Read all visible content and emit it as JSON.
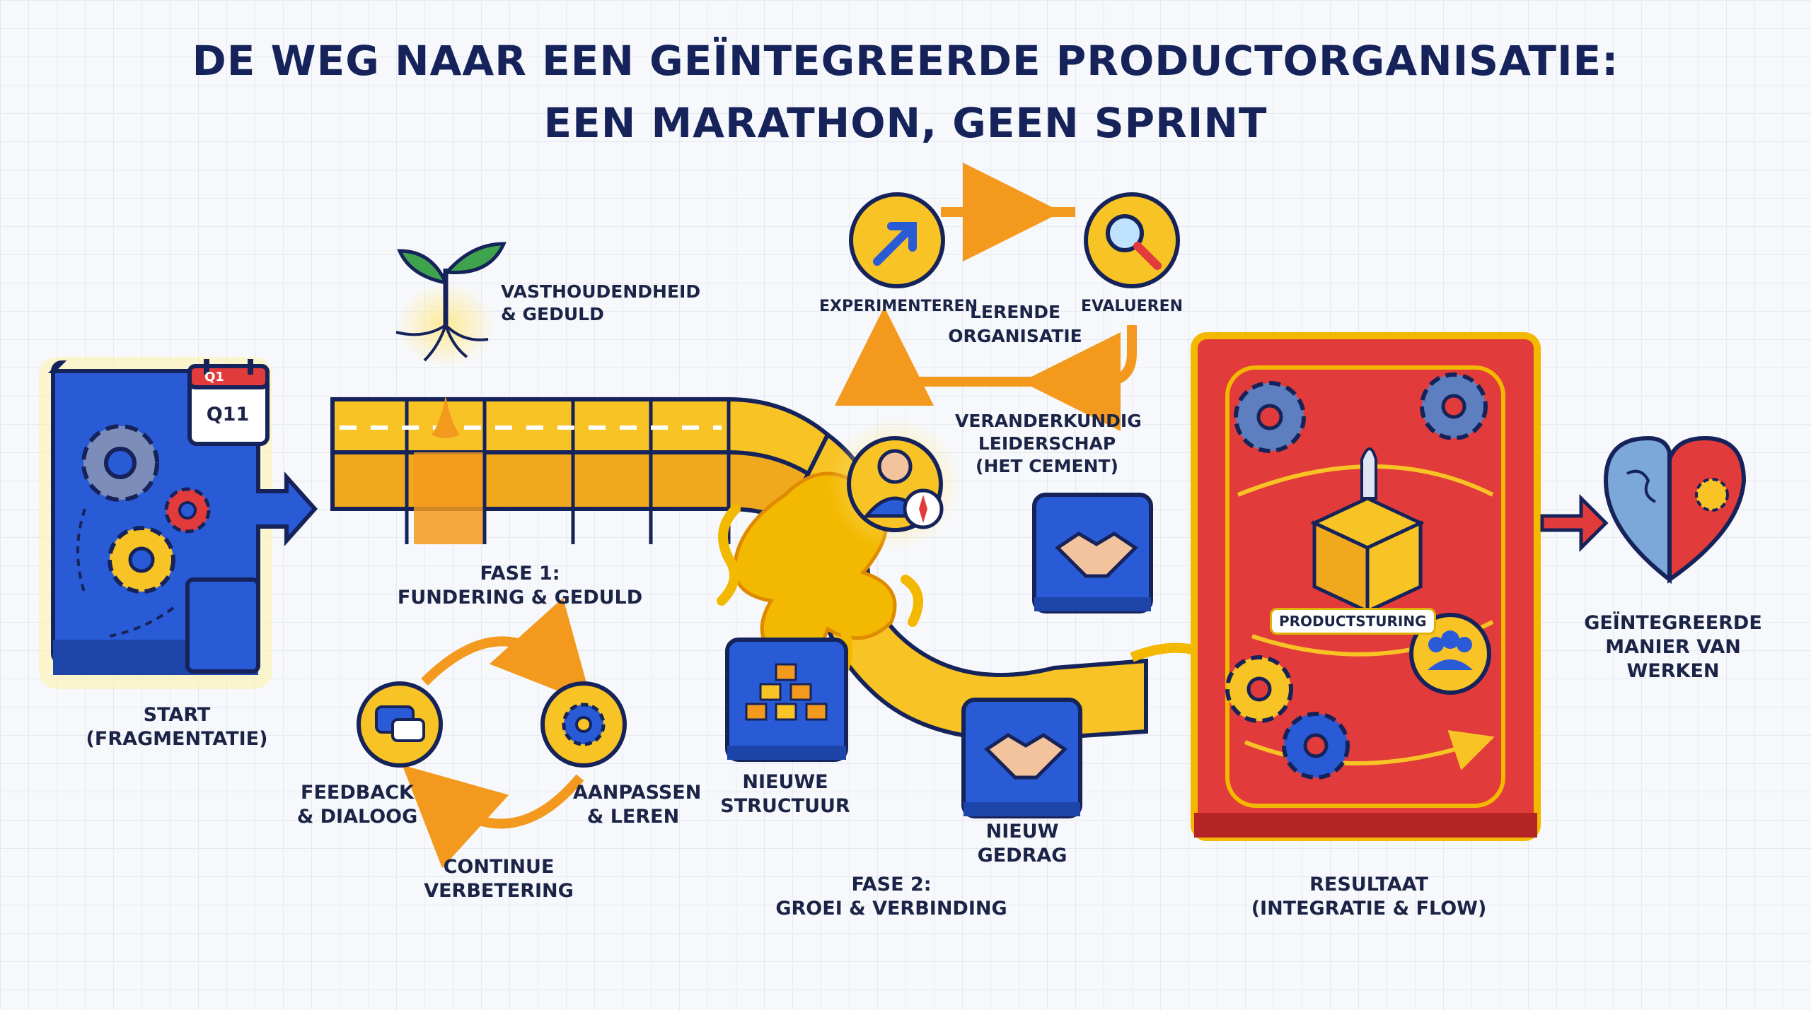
{
  "title": {
    "line1": "DE WEG NAAR EEN GEÏNTEGREERDE PRODUCTORGANISATIE:",
    "line2": "EEN MARATHON, GEEN SPRINT"
  },
  "start": {
    "calendar_tab": "Q1",
    "calendar_text": "Q11",
    "label_line1": "START",
    "label_line2": "(FRAGMENTATIE)"
  },
  "seedling": {
    "label_line1": "VASTHOUDENDHEID",
    "label_line2": "& GEDULD"
  },
  "phase1": {
    "label_line1": "FASE 1:",
    "label_line2": "FUNDERING & GEDULD"
  },
  "continuous": {
    "feedback_line1": "FEEDBACK",
    "feedback_line2": "& DIALOOG",
    "adapt_line1": "AANPASSEN",
    "adapt_line2": "& LEREN",
    "label_line1": "CONTINUE",
    "label_line2": "VERBETERING"
  },
  "learning": {
    "experiment": "EXPERIMENTEREN",
    "evaluate": "EVALUEREN",
    "center_line1": "LERENDE",
    "center_line2": "ORGANISATIE"
  },
  "leadership": {
    "line1": "VERANDERKUNDIG",
    "line2": "LEIDERSCHAP",
    "line3": "(HET CEMENT)"
  },
  "structure": {
    "line1": "NIEUWE",
    "line2": "STRUCTUUR"
  },
  "behaviour": {
    "line1": "NIEUW",
    "line2": "GEDRAG"
  },
  "phase2": {
    "label_line1": "FASE 2:",
    "label_line2": "GROEI & VERBINDING"
  },
  "result": {
    "pill": "PRODUCTSTURING",
    "label_line1": "RESULTAAT",
    "label_line2": "(INTEGRATIE & FLOW)"
  },
  "final": {
    "line1": "GEÏNTEGREERDE",
    "line2": "MANIER VAN",
    "line3": "WERKEN"
  },
  "colors": {
    "navy": "#16235a",
    "blue": "#2a5bd7",
    "yellow": "#f7c325",
    "orange": "#f39a1e",
    "red": "#e23b3b",
    "gold": "#f3b800"
  }
}
